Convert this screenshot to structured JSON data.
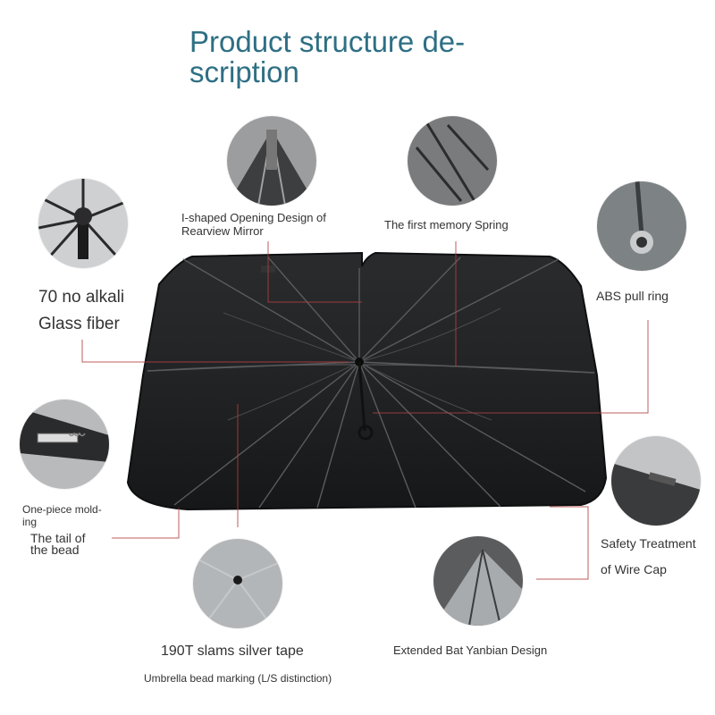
{
  "title": {
    "line1": "Product structure de-",
    "line2": "scription"
  },
  "labels": {
    "glass_line1": "70 no alkali",
    "glass_line2": "Glass fiber",
    "opening_line1": "I-shaped Opening Design of",
    "opening_line2": "Rearview Mirror",
    "spring": "The first memory Spring",
    "pull_ring": "ABS pull ring",
    "molding_line1": "One-piece mold-",
    "molding_line2": "ing",
    "tail_line1": "The tail of",
    "tail_line2": "the bead",
    "tape": "190T slams silver tape",
    "bead_marking": "Umbrella bead marking (L/S distinction)",
    "bat": "Extended Bat Yanbian Design",
    "safety_line1": "Safety Treatment",
    "safety_line2": "of Wire Cap"
  },
  "colors": {
    "title": "#2e6f84",
    "callout_line": "#b04040",
    "shade": "#1e1f20"
  },
  "icons": {
    "glass_fiber": "umbrella-frame-photo",
    "opening": "mirror-opening-photo",
    "spring": "memory-spring-photo",
    "pull_ring": "pull-ring-photo",
    "molding": "molding-tail-photo",
    "tape": "silver-tape-photo",
    "bat": "bat-edge-photo",
    "wire_cap": "wire-cap-photo"
  }
}
